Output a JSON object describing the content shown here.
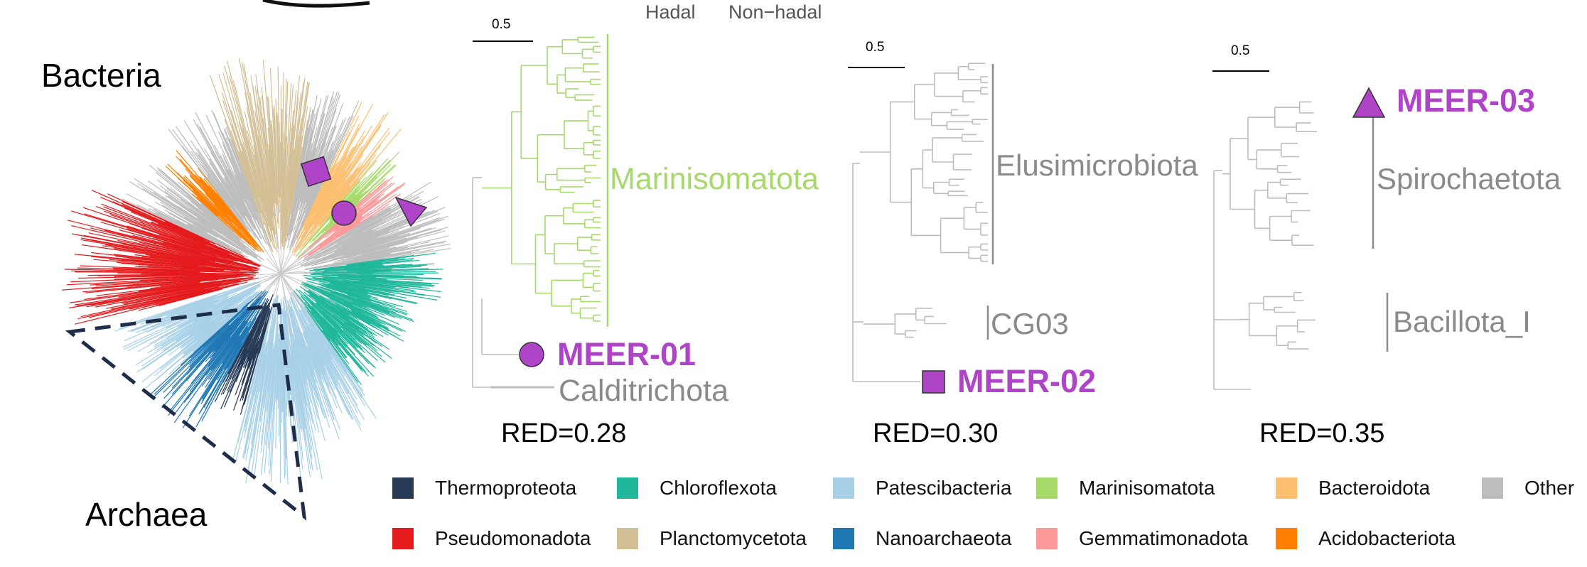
{
  "header": {
    "hadal_label": "Hadal",
    "nonhadal_label": "Non−hadal"
  },
  "global_tree": {
    "bacteria_label": "Bacteria",
    "archaea_label": "Archaea",
    "markers": [
      "square",
      "circle",
      "triangle"
    ]
  },
  "panels": [
    {
      "id": "meer01",
      "scale_label": "0.5",
      "clade_label": "Marinisomatota",
      "clade_color": "#a6d96a",
      "outgroup_label": "Calditrichota",
      "genome_label": "MEER-01",
      "marker": "circle",
      "red_label": "RED=0.28"
    },
    {
      "id": "meer02",
      "scale_label": "0.5",
      "clade_label": "Elusimicrobiota",
      "clade2_label": "CG03",
      "genome_label": "MEER-02",
      "marker": "square",
      "red_label": "RED=0.30"
    },
    {
      "id": "meer03",
      "scale_label": "0.5",
      "clade_label": "Spirochaetota",
      "clade2_label": "Bacillota_I",
      "genome_label": "MEER-03",
      "marker": "triangle",
      "red_label": "RED=0.35"
    }
  ],
  "colors": {
    "meer_purple": "#b044c8",
    "dashed_outline": "#1f2d4a",
    "other_gray": "#bdbdbd"
  },
  "legend": [
    {
      "label": "Thermoproteota",
      "color": "#263a55"
    },
    {
      "label": "Chloroflexota",
      "color": "#20b79c"
    },
    {
      "label": "Patescibacteria",
      "color": "#a8d1e7"
    },
    {
      "label": "Marinisomatota",
      "color": "#a6d96a"
    },
    {
      "label": "Bacteroidota",
      "color": "#fdbf6f"
    },
    {
      "label": "Other",
      "color": "#bdbdbd"
    },
    {
      "label": "Pseudomonadota",
      "color": "#e41a1c"
    },
    {
      "label": "Planctomycetota",
      "color": "#d2bf96"
    },
    {
      "label": "Nanoarchaeota",
      "color": "#1f78b4"
    },
    {
      "label": "Gemmatimonadota",
      "color": "#fb9a99"
    },
    {
      "label": "Acidobacteriota",
      "color": "#ff7f00"
    }
  ]
}
